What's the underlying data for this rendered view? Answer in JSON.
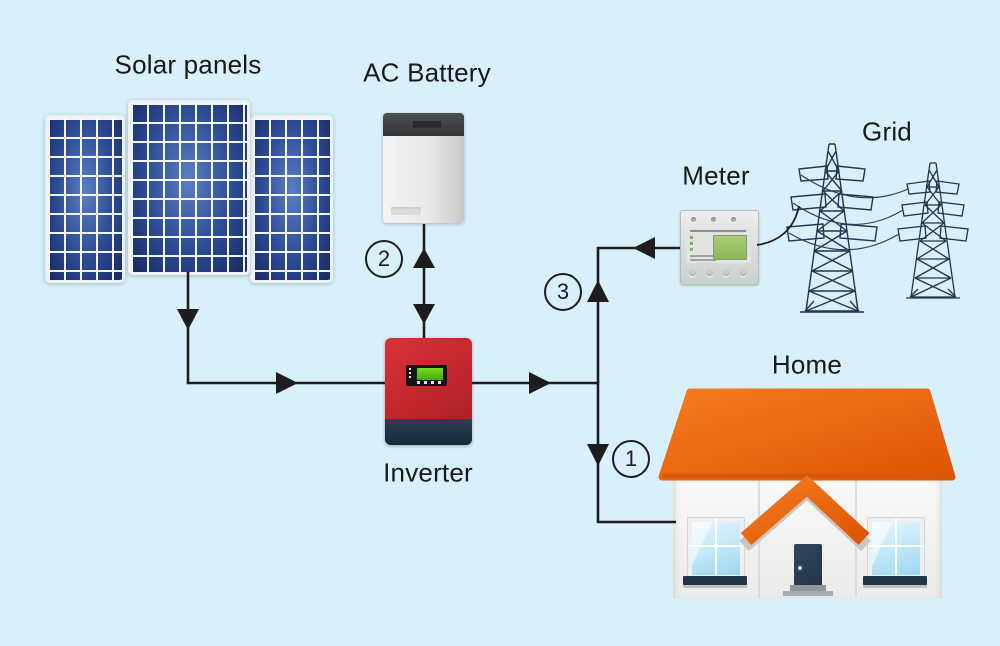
{
  "labels": {
    "solar_panels": "Solar panels",
    "ac_battery": "AC Battery",
    "inverter": "Inverter",
    "meter": "Meter",
    "grid": "Grid",
    "home": "Home"
  },
  "flow_badges": {
    "home_feed": "1",
    "battery_link": "2",
    "grid_export": "3"
  },
  "colors": {
    "background": "#d8f0f9",
    "connector_line": "#1d1d1f",
    "panel_blue_dark": "#17285e",
    "panel_blue_light": "#5b7fc4",
    "inverter_red": "#c0262c",
    "inverter_screen_green": "#5ad114",
    "battery_top_gray": "#3f4447",
    "meter_display_green": "#9bc468",
    "roof_orange": "#ec6410",
    "door_navy": "#27394d",
    "window_blue": "#bfe6f8",
    "tower_navy": "#21374f"
  }
}
